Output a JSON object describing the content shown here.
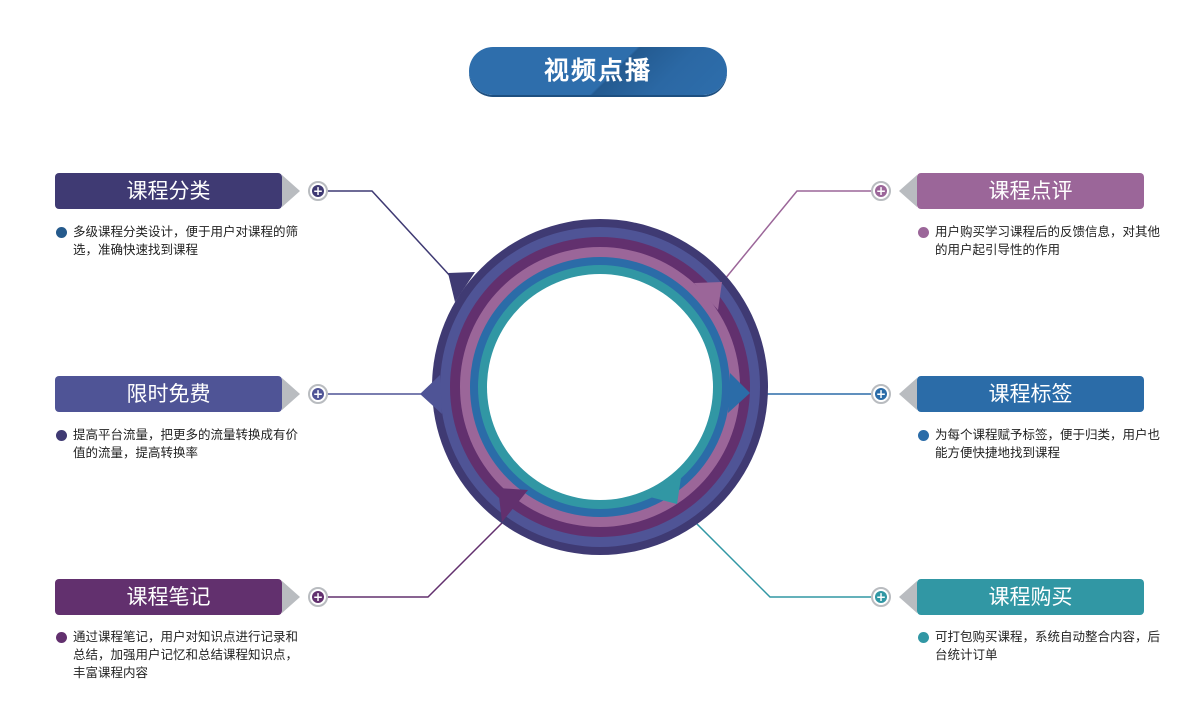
{
  "title": "视频点播",
  "colors": {
    "c1": "#3f3a73",
    "c2": "#4f5496",
    "c3": "#62306e",
    "c4": "#9b6699",
    "c5": "#2b6ca8",
    "c6": "#3197a4"
  },
  "features": [
    {
      "label": "课程分类",
      "desc": "多级课程分类设计，便于用户对课程的筛选，准确快速找到课程",
      "color": "#3f3a73",
      "dot": "#255a8c"
    },
    {
      "label": "限时免费",
      "desc": "提高平台流量，把更多的流量转换成有价值的流量，提高转换率",
      "color": "#4f5496",
      "dot": "#3f3a73"
    },
    {
      "label": "课程笔记",
      "desc": "通过课程笔记，用户对知识点进行记录和总结，加强用户记忆和总结课程知识点，丰富课程内容",
      "color": "#62306e",
      "dot": "#62306e"
    },
    {
      "label": "课程点评",
      "desc": "用户购买学习课程后的反馈信息，对其他的用户起引导性的作用",
      "color": "#9b6699",
      "dot": "#9b6699"
    },
    {
      "label": "课程标签",
      "desc": "为每个课程赋予标签，便于归类，用户也能方便快捷地找到课程",
      "color": "#2b6ca8",
      "dot": "#2b6ca8"
    },
    {
      "label": "课程购买",
      "desc": "可打包购买课程，系统自动整合内容，后台统计订单",
      "color": "#3197a4",
      "dot": "#3197a4"
    }
  ],
  "icons": {
    "plus": "plus-circle-icon",
    "arrow": "triangle-pointer-icon",
    "bullet": "bullet-dot-icon"
  }
}
